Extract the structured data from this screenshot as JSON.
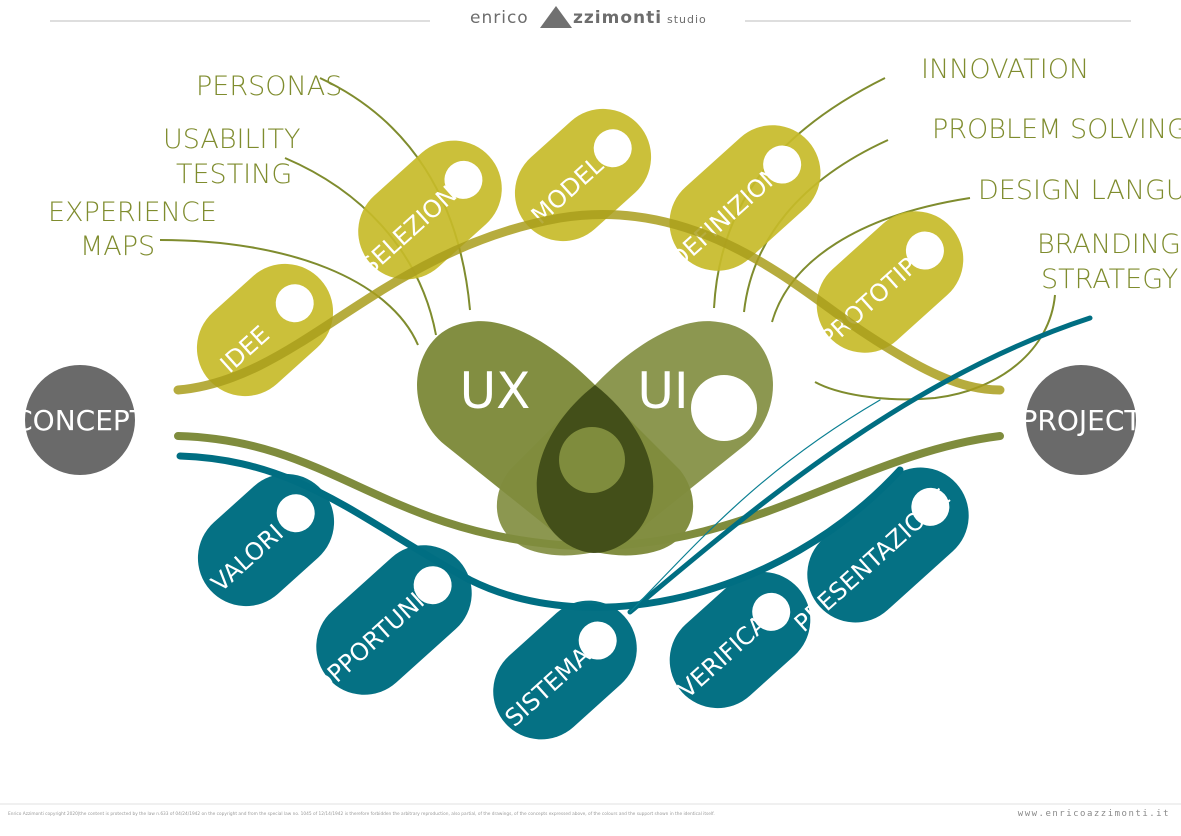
{
  "header": {
    "brand_left": "enrico",
    "brand_mid": "zzimonti",
    "brand_right": "studio"
  },
  "left_circle": "CONCEPT",
  "right_circle": "PROJECT",
  "center": {
    "ux": "UX",
    "ui": "UI"
  },
  "labels": {
    "personas": "PERSONAS",
    "usability_1": "USABILITY",
    "usability_2": "TESTING",
    "experience_1": "EXPERIENCE",
    "experience_2": "MAPS",
    "innovation": "INNOVATION",
    "problem_solving": "PROBLEM SOLVING",
    "design_language": "DESIGN LANGUAGE",
    "branding_1": "BRANDING",
    "branding_2": "STRATEGY"
  },
  "top_pills": [
    "IDEE",
    "SELEZIONE",
    "MODEL",
    "DEFINIZIONE",
    "PROTOTIPO"
  ],
  "bottom_pills": [
    "VALORI",
    "OPPORTUNITÀ",
    "SISTEMA",
    "VERIFICA",
    "PRESENTAZIONE"
  ],
  "footer": {
    "copyright": "Enrico Azzimonti copyright 2020|the content is protected by the law n.633 of 04/24/1942 on the copyright and from the special law no. 1045 of 12/14/1942 is therefore forbidden the arbitrary reproduction, also partial, of the drawings, of the concepts expressed above, of the colours and the support shown in the identical itself.",
    "website": "www.enricoazzimonti.it"
  },
  "colors": {
    "olive": "#c7bb29",
    "green": "#7f8c3d",
    "dark_green": "#3e4a16",
    "teal": "#006e82",
    "gray": "#6a6a6a",
    "label": "#7f8c2e"
  }
}
